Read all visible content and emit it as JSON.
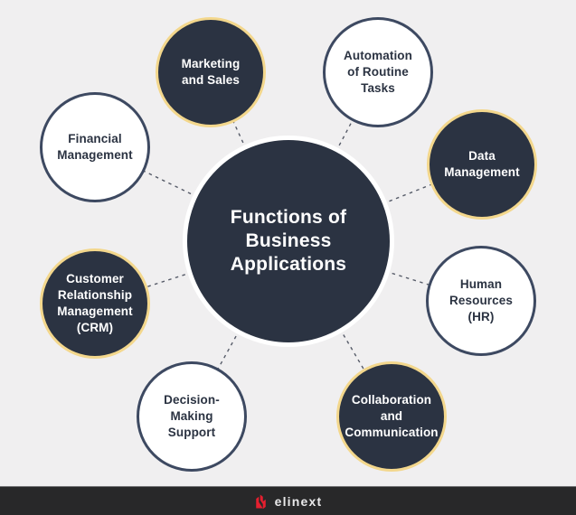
{
  "diagram": {
    "title": "Functions of Business Applications",
    "center": {
      "label": "Functions of\nBusiness\nApplications"
    },
    "nodes": [
      {
        "id": "marketing-and-sales",
        "label": "Marketing\nand Sales",
        "style": "dark"
      },
      {
        "id": "automation-of-routine-tasks",
        "label": "Automation\nof Routine\nTasks",
        "style": "light"
      },
      {
        "id": "financial-management",
        "label": "Financial\nManagement",
        "style": "light"
      },
      {
        "id": "data-management",
        "label": "Data\nManagement",
        "style": "dark"
      },
      {
        "id": "customer-relationship-management",
        "label": "Customer\nRelationship\nManagement\n(CRM)",
        "style": "dark"
      },
      {
        "id": "human-resources",
        "label": "Human\nResources\n(HR)",
        "style": "light"
      },
      {
        "id": "decision-making-support",
        "label": "Decision-\nMaking\nSupport",
        "style": "light"
      },
      {
        "id": "collaboration-and-communication",
        "label": "Collaboration\nand\nCommunication",
        "style": "dark"
      }
    ]
  },
  "footer": {
    "brand": "elinext"
  },
  "colors": {
    "background": "#f0eff0",
    "dark_circle_fill": "#2b3342",
    "gold_border": "#f3d78c",
    "navy_border": "#3d4961",
    "connector_line": "#565b68",
    "footer_background": "#282829",
    "logo_red": "#e51f2f",
    "text_on_dark": "#ffffff",
    "text_on_light": "#2b3342"
  }
}
